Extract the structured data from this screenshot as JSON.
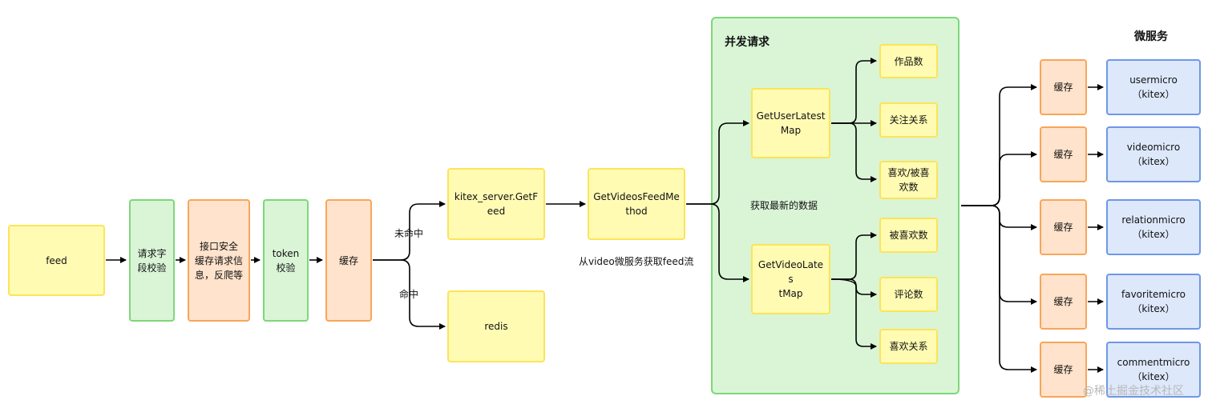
{
  "pipeline": {
    "feed": "feed",
    "param_check": "请求字\n段校验",
    "security": "接口安全\n缓存请求信\n息，反爬等",
    "token_check": "token\n校验",
    "cache": "缓存"
  },
  "branches": {
    "miss_label": "未命中",
    "hit_label": "命中",
    "server": "kitex_server.GetF\need",
    "redis": "redis"
  },
  "method": {
    "name": "GetVideosFeedMe\nthod",
    "caption": "从video微服务获取feed流"
  },
  "concurrent": {
    "title": "并发请求",
    "caption": "获取最新的数据",
    "user_map": "GetUserLatest\nMap",
    "video_map": "GetVideoLates\ntMap",
    "user_outputs": [
      "作品数",
      "关注关系",
      "喜欢/被喜\n欢数"
    ],
    "video_outputs": [
      "被喜欢数",
      "评论数",
      "喜欢关系"
    ]
  },
  "microservices": {
    "title": "微服务",
    "cache_label": "缓存",
    "services": [
      "usermicro\n（kitex）",
      "videomicro\n（kitex）",
      "relationmicro\n（kitex）",
      "favoritemicro\n（kitex）",
      "commentmicro\n（kitex）"
    ]
  },
  "watermark": "@稀土掘金技术社区",
  "colors": {
    "yellow_fill": "#fffbb3",
    "green_fill": "#d9f5d6",
    "orange_fill": "#ffe3cc",
    "blue_fill": "#dde8fb",
    "arrow": "#000000"
  }
}
